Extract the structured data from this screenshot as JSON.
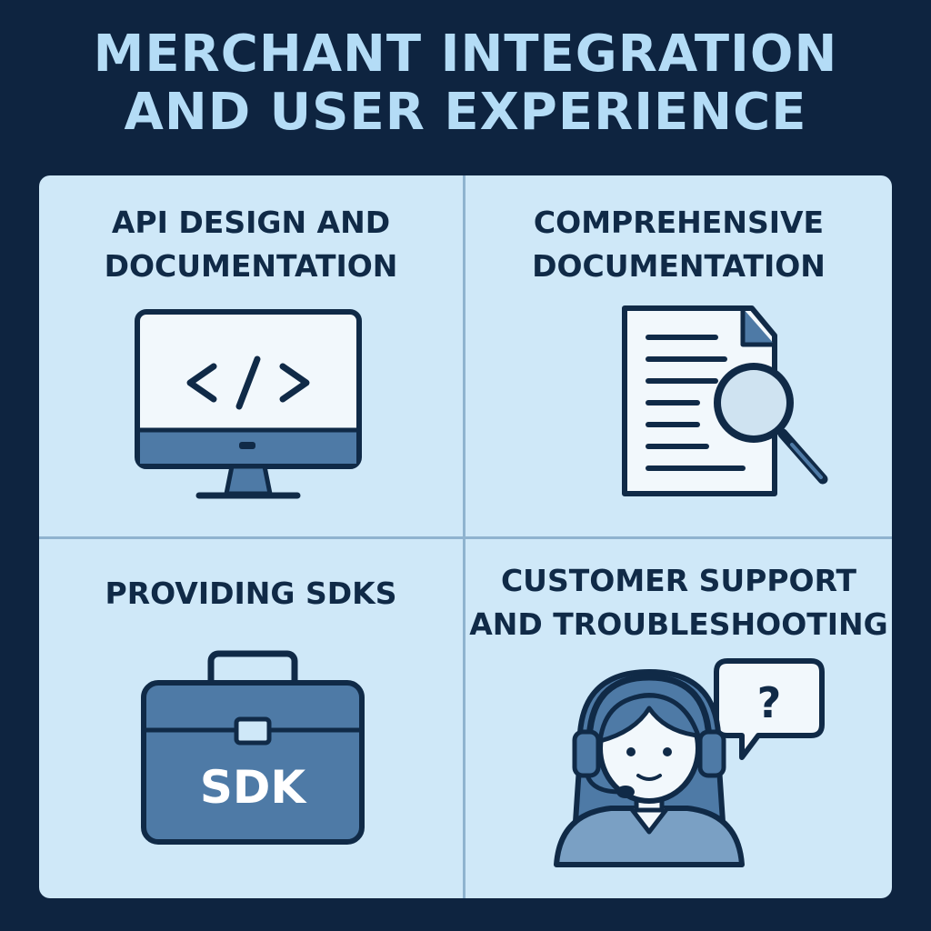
{
  "title": {
    "line1": "MERCHANT INTEGRATION",
    "line2": "AND USER EXPERIENCE"
  },
  "quadrants": [
    {
      "line1": "API DESIGN AND",
      "line2": "DOCUMENTATION",
      "icon": "code-monitor-icon"
    },
    {
      "line1": "COMPREHENSIVE",
      "line2": "DOCUMENTATION",
      "icon": "document-search-icon"
    },
    {
      "line1": "PROVIDING SDKS",
      "icon": "sdk-briefcase-icon",
      "icon_text": "SDK"
    },
    {
      "line1": "CUSTOMER SUPPORT",
      "line2": "AND TROUBLESHOOTING",
      "icon": "support-agent-icon",
      "icon_text": "?"
    }
  ],
  "colors": {
    "background": "#0e2440",
    "title": "#b4dcf6",
    "panel": "#cfe8f8",
    "ink": "#102a47",
    "accent": "#4e7aa6"
  }
}
